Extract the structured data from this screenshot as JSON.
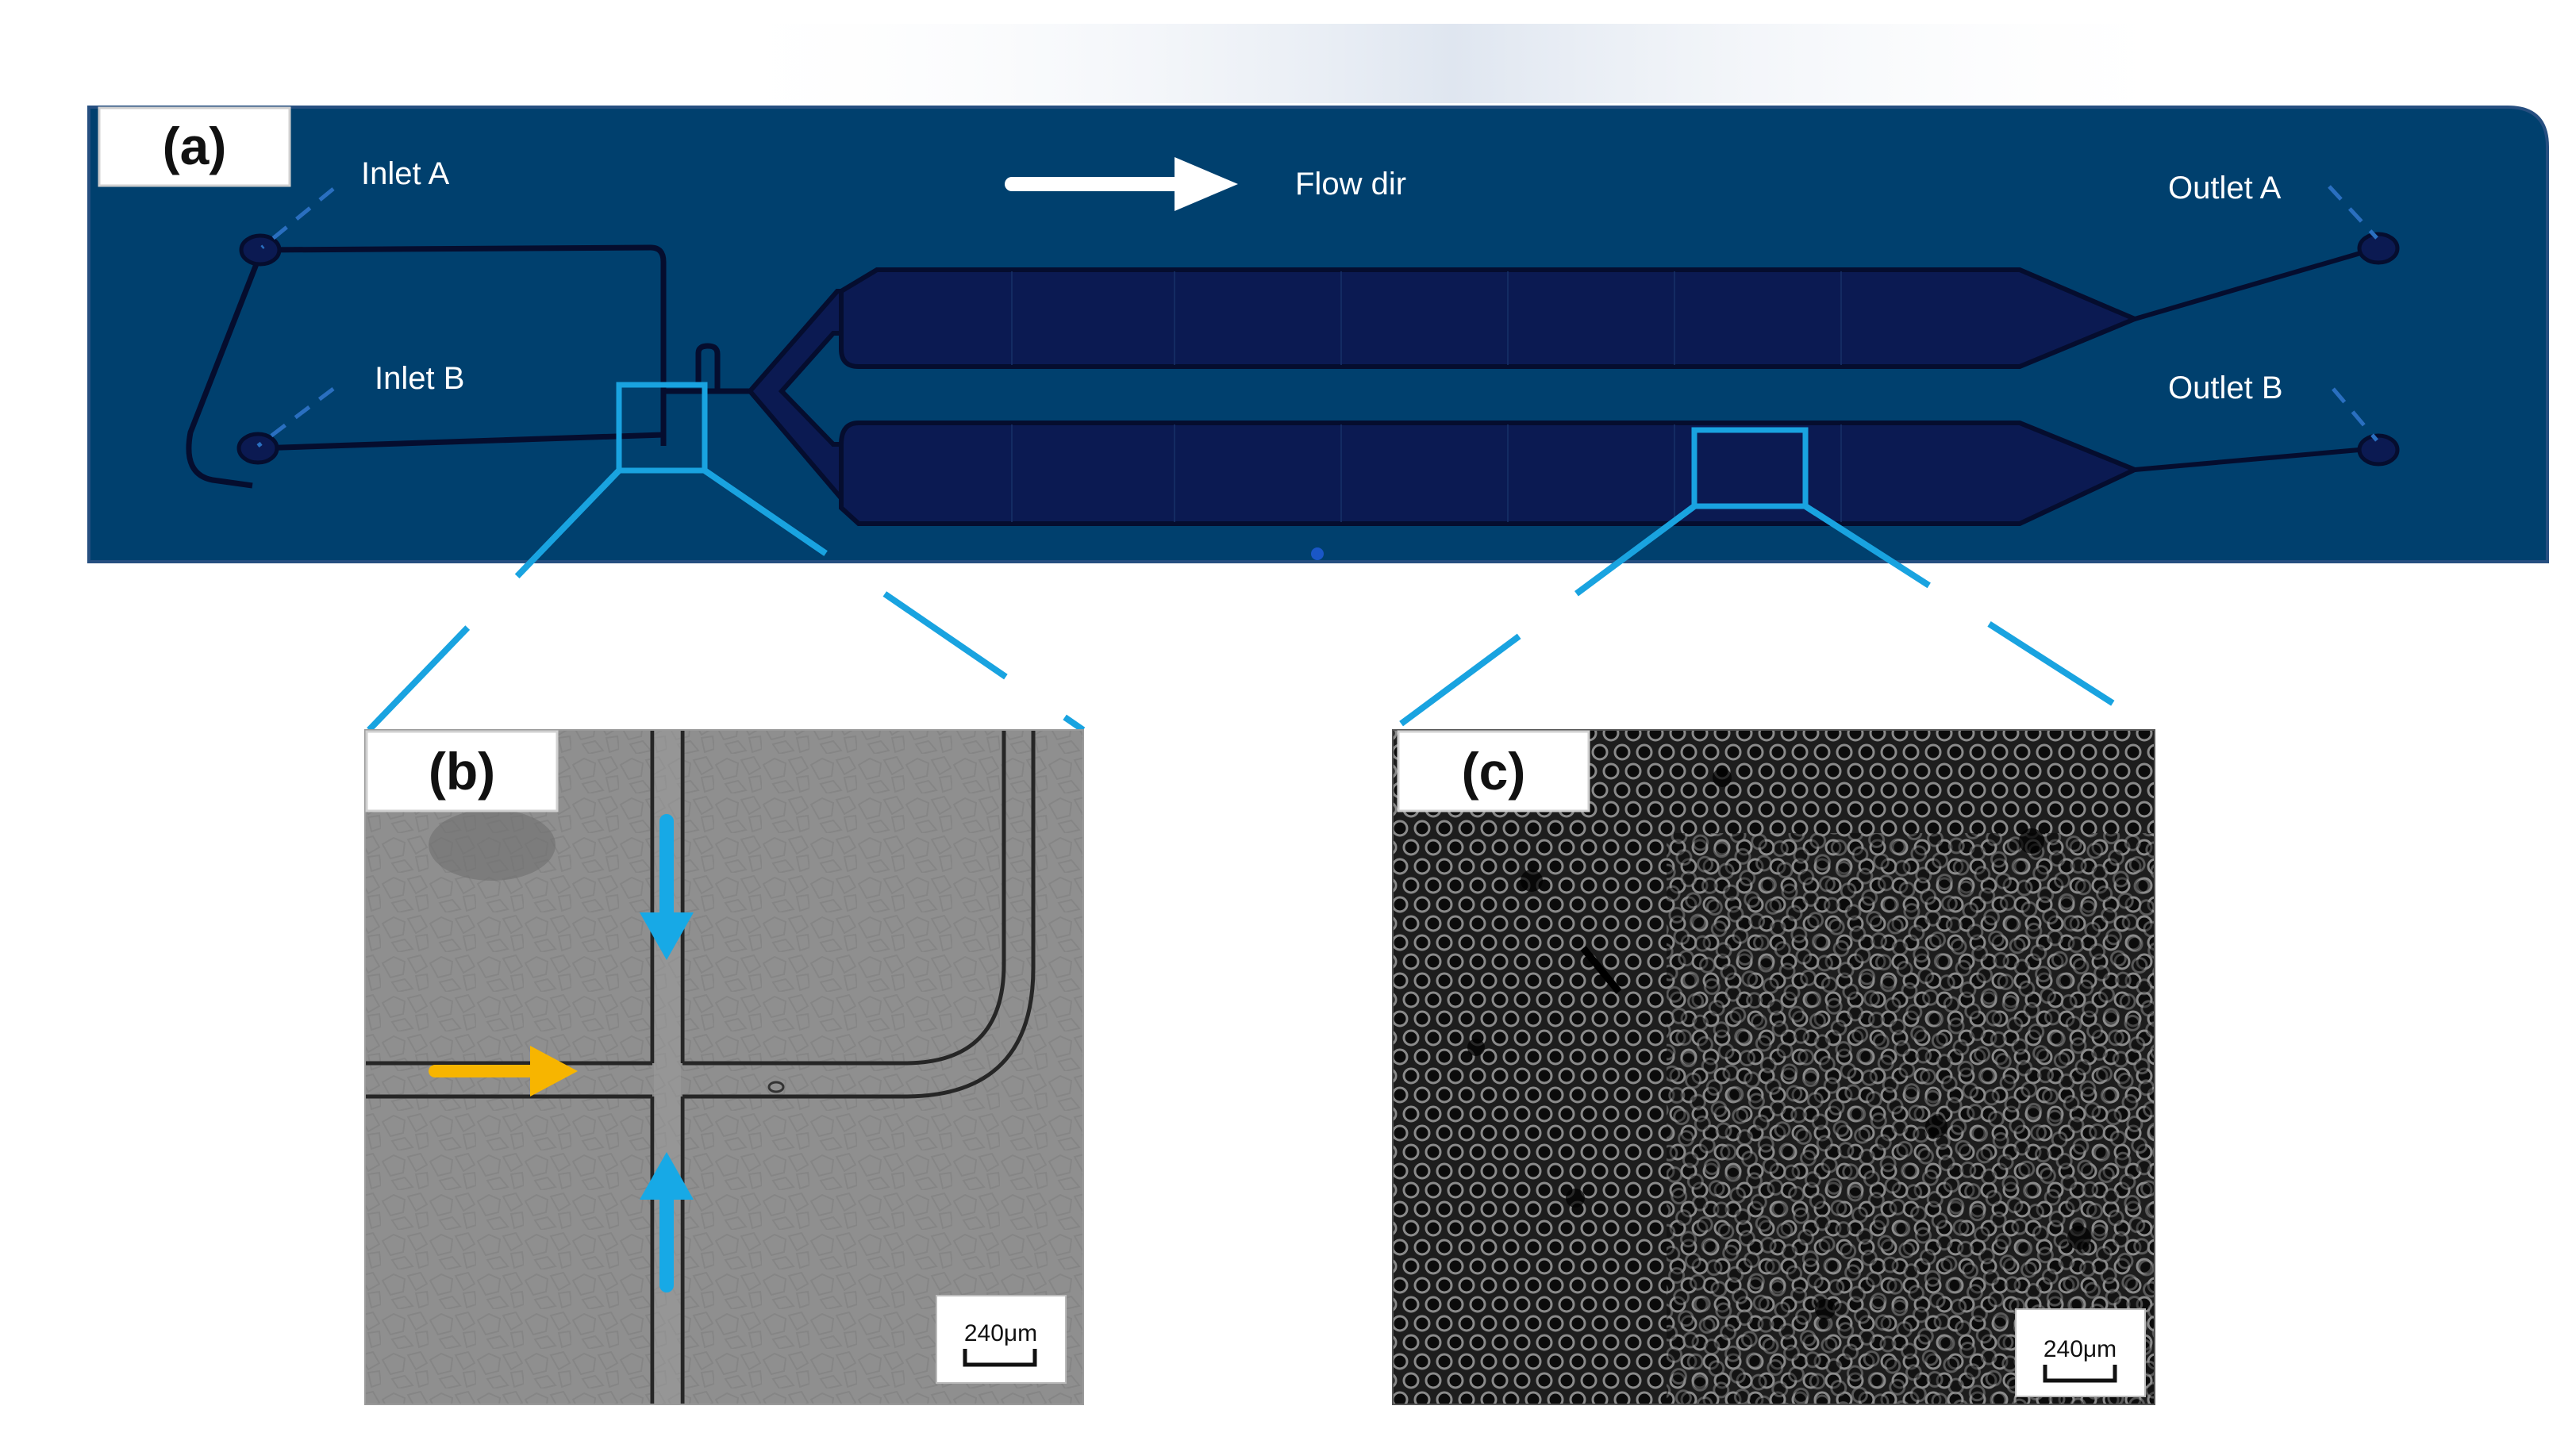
{
  "panel_a": {
    "tag": "(a)",
    "labels": {
      "inlet_a": "Inlet A",
      "inlet_b": "Inlet B",
      "flow_dir": "Flow dir",
      "outlet_a": "Outlet A",
      "outlet_b": "Outlet B"
    }
  },
  "panel_b": {
    "tag": "(b)",
    "scale_bar": "240μm"
  },
  "panel_c": {
    "tag": "(c)",
    "scale_bar": "240μm"
  },
  "colors": {
    "chip_background": "#00406e",
    "channel": "#0b1a52",
    "channel_edge": "#050d2e",
    "highlight": "#19a3e0",
    "leader": "#2a6fc0",
    "orange_arrow": "#f7b500",
    "blue_arrow": "#17a9e6",
    "micrograph_b": "#8f8f8f",
    "micrograph_c": "#1b1b1b"
  }
}
